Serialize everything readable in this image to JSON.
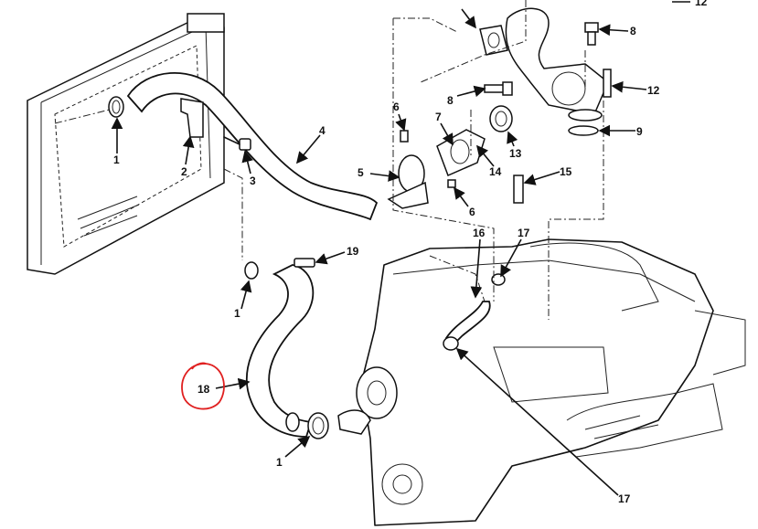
{
  "diagram": {
    "title": "Cooling system hoses and thermostat housing exploded view",
    "labels": [
      "12",
      "8",
      "12",
      "9",
      "8",
      "6",
      "7",
      "13",
      "14",
      "15",
      "6",
      "5",
      "4",
      "1",
      "2",
      "3",
      "19",
      "16",
      "17",
      "1",
      "18",
      "1",
      "17"
    ],
    "highlight_color": "#e02020"
  }
}
